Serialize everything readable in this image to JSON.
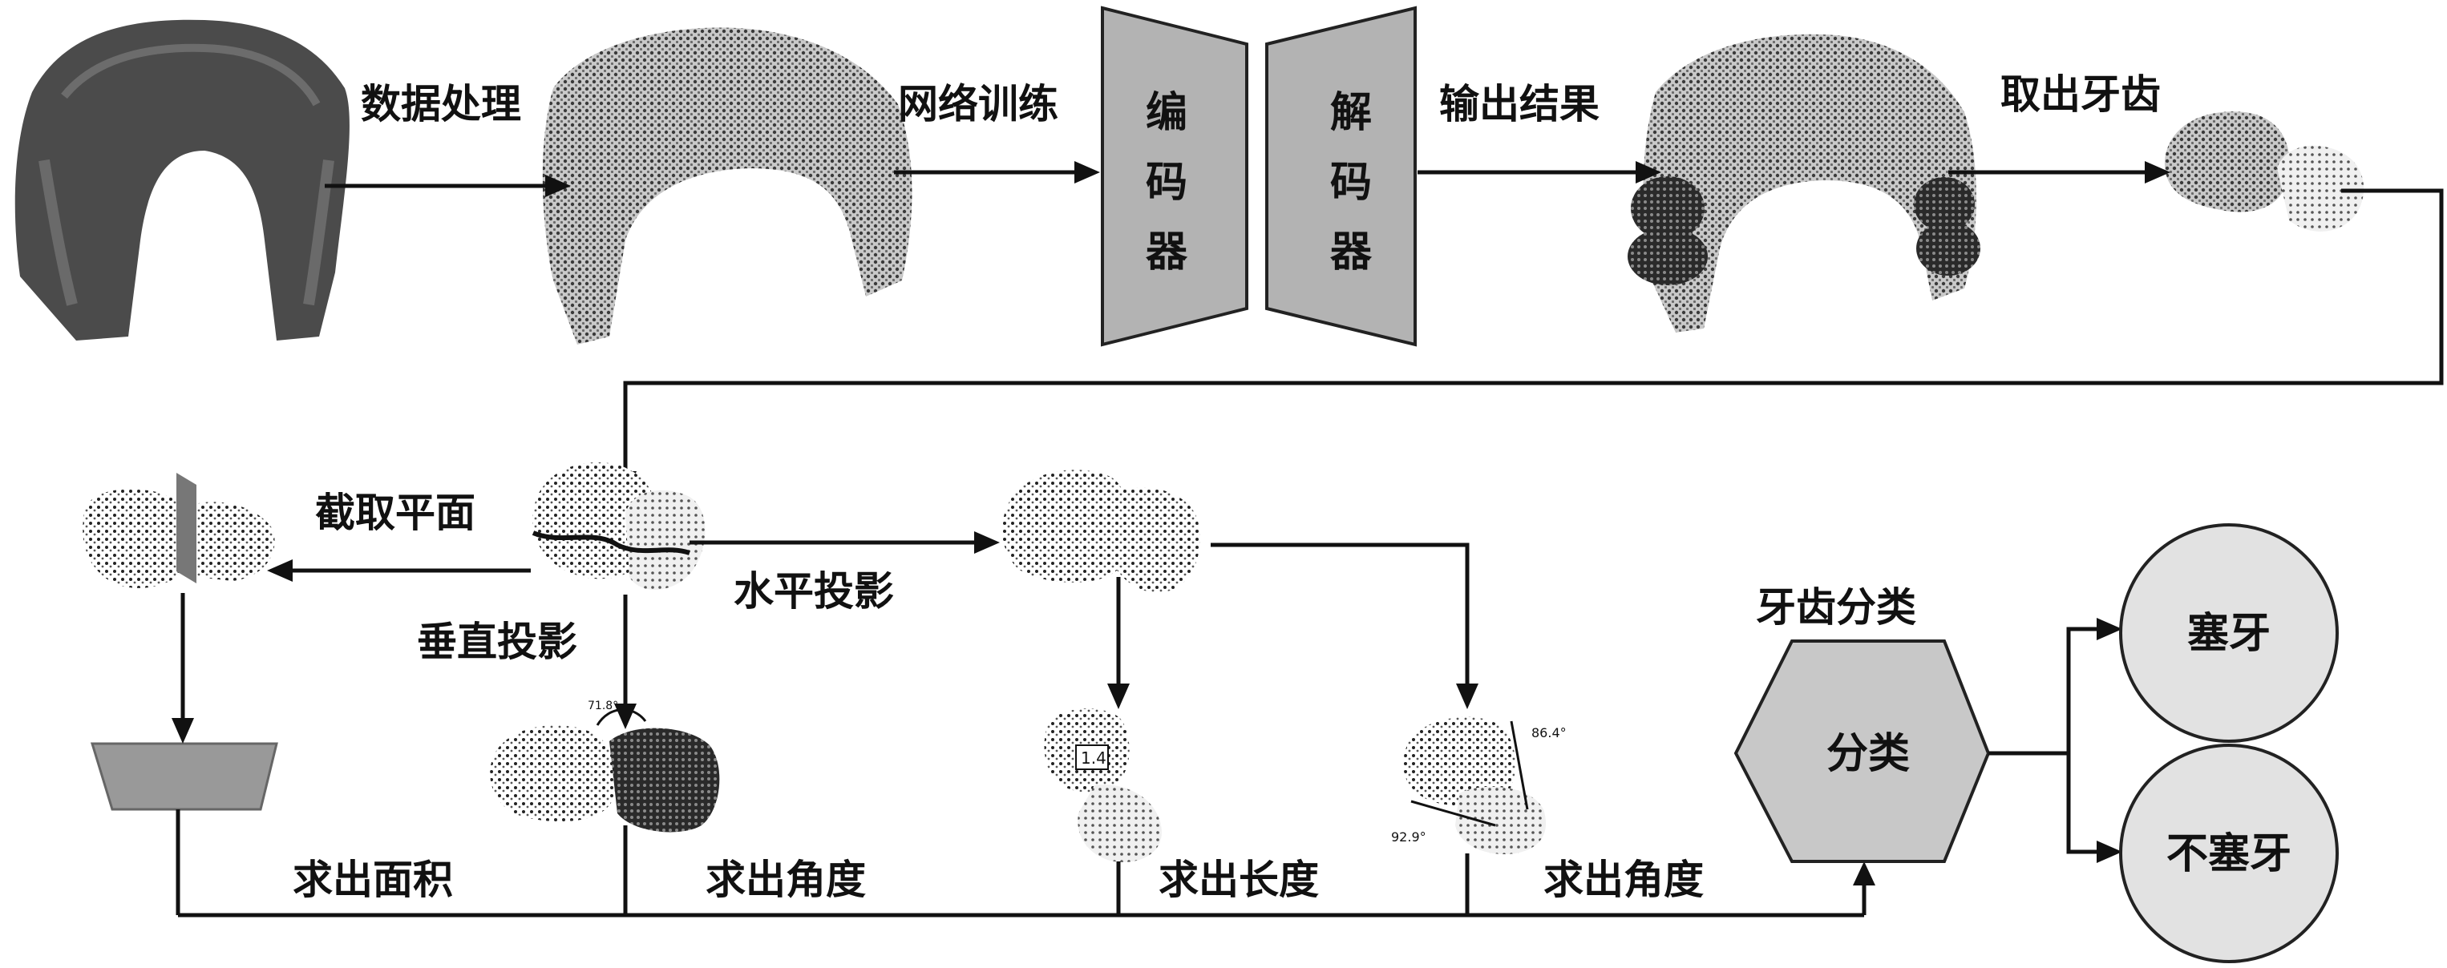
{
  "labels": {
    "data_processing": "数据处理",
    "network_training": "网络训练",
    "output_results": "输出结果",
    "extract_teeth": "取出牙齿",
    "cut_plane": "截取平面",
    "horizontal_projection": "水平投影",
    "vertical_projection": "垂直投影",
    "tooth_classification": "牙齿分类",
    "compute_area": "求出面积",
    "compute_angle_1": "求出角度",
    "compute_length": "求出长度",
    "compute_angle_2": "求出角度"
  },
  "encoder": {
    "chars": [
      "编",
      "码",
      "器"
    ]
  },
  "decoder": {
    "chars": [
      "解",
      "码",
      "器"
    ]
  },
  "classifier": {
    "label": "分类"
  },
  "outcomes": {
    "impacted": "塞牙",
    "not_impacted": "不塞牙"
  },
  "annotations": {
    "angle_top": "71.8°",
    "angle_a": "86.4°",
    "angle_b": "92.9°",
    "length_value": "1.4"
  },
  "colors": {
    "box_fill": "#b3b3b3",
    "circle_fill": "#e2e2e2",
    "hex_fill": "#c8c8c8",
    "scan_dark": "#4a4a4a",
    "point_cloud": "#8a8a8a"
  }
}
